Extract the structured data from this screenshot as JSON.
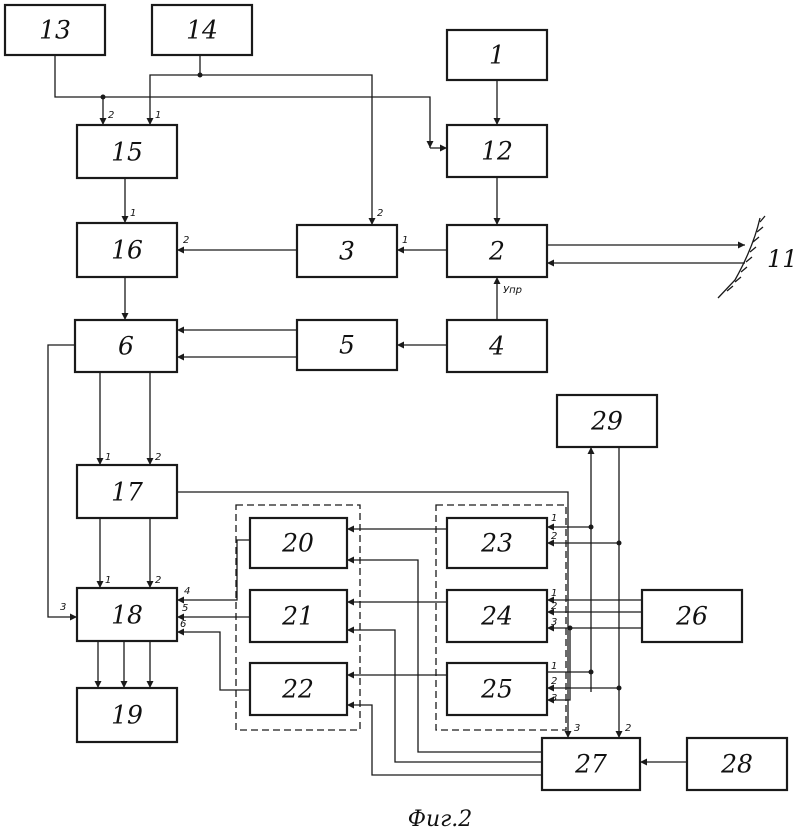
{
  "caption": "Фиг.2",
  "blocks": {
    "b1": "1",
    "b2": "2",
    "b3": "3",
    "b4": "4",
    "b5": "5",
    "b6": "6",
    "b12": "12",
    "b13": "13",
    "b14": "14",
    "b15": "15",
    "b16": "16",
    "b17": "17",
    "b18": "18",
    "b19": "19",
    "b20": "20",
    "b21": "21",
    "b22": "22",
    "b23": "23",
    "b24": "24",
    "b25": "25",
    "b26": "26",
    "b27": "27",
    "b28": "28",
    "b29": "29"
  },
  "target_label": "11",
  "control_label": "Упр",
  "ports": {
    "p15_2": "2",
    "p15_1": "1",
    "p3_2": "2",
    "p3_1": "1",
    "p16_2": "2",
    "p16_1": "1",
    "p17_1": "1",
    "p17_2": "2",
    "p18_1": "1",
    "p18_2": "2",
    "p18_3": "3",
    "p18_4": "4",
    "p18_5": "5",
    "p18_6": "6",
    "p23_1": "1",
    "p23_2": "2",
    "p24_1": "1",
    "p24_2": "2",
    "p24_3": "3",
    "p25_1": "1",
    "p25_2": "2",
    "p25_3": "3",
    "p27_3": "3",
    "p27_2": "2"
  }
}
